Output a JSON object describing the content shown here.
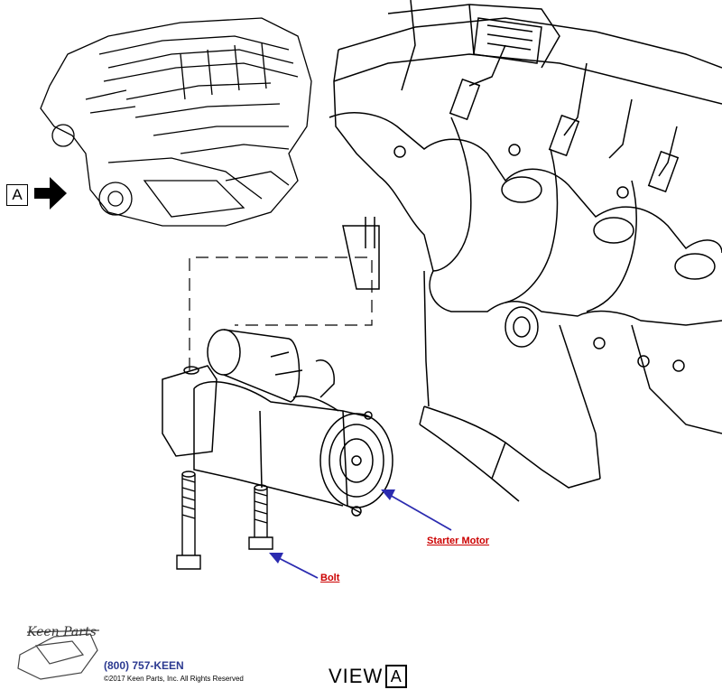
{
  "labels": {
    "starter_motor": "Starter Motor",
    "bolt": "Bolt"
  },
  "view": {
    "text": "VIEW",
    "letter": "A"
  },
  "engine_callout": {
    "letter": "A"
  },
  "footer": {
    "brand": "Keen Parts",
    "phone": "(800) 757-KEEN",
    "copyright": "©2017 Keen Parts, Inc. All Rights Reserved"
  },
  "colors": {
    "link": "#cc0000",
    "leader_arrow": "#2b2bb0",
    "phone": "#2b3990"
  }
}
